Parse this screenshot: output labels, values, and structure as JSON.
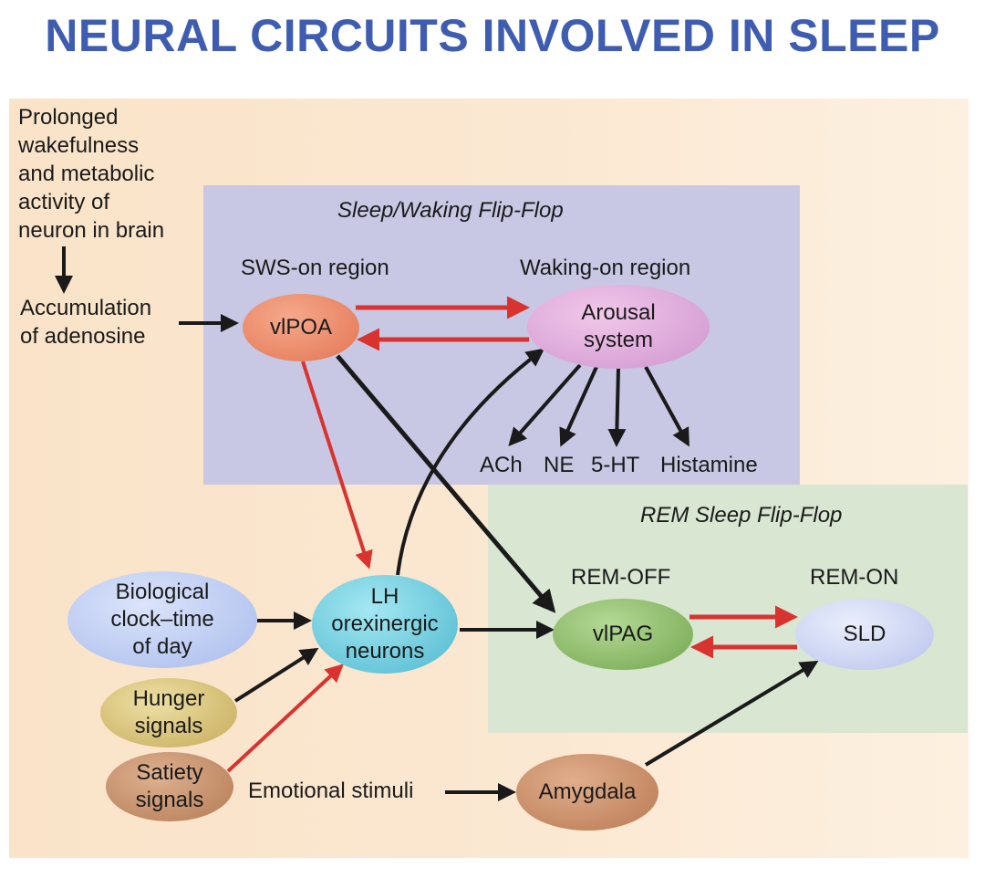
{
  "title": "NEURAL CIRCUITS INVOLVED IN SLEEP",
  "colors": {
    "title": "#3f5db0",
    "inhibitory_arrow": "#d9332f",
    "excitatory_arrow": "#1a1a1a",
    "flipflop_box": "#c8c8e4",
    "rem_box": "#d9e6d2"
  },
  "labels": {
    "prolonged": "Prolonged\nwakefulness\nand metabolic\nactivity of\nneuron in brain",
    "accumulation": "Accumulation\nof adenosine",
    "flipflop_title": "Sleep/Waking Flip-Flop",
    "sws_on": "SWS-on region",
    "waking_on": "Waking-on region",
    "ach": "ACh",
    "ne": "NE",
    "ht": "5-HT",
    "histamine": "Histamine",
    "rem_title": "REM Sleep Flip-Flop",
    "rem_off": "REM-OFF",
    "rem_on": "REM-ON",
    "emotional": "Emotional stimuli"
  },
  "nodes": {
    "vlpoa": "vlPOA",
    "arousal": "Arousal\nsystem",
    "lh": "LH\norexinergic\nneurons",
    "bio_clock": "Biological\nclock–time\nof day",
    "hunger": "Hunger\nsignals",
    "satiety": "Satiety\nsignals",
    "vlpag": "vlPAG",
    "sld": "SLD",
    "amygdala": "Amygdala"
  }
}
